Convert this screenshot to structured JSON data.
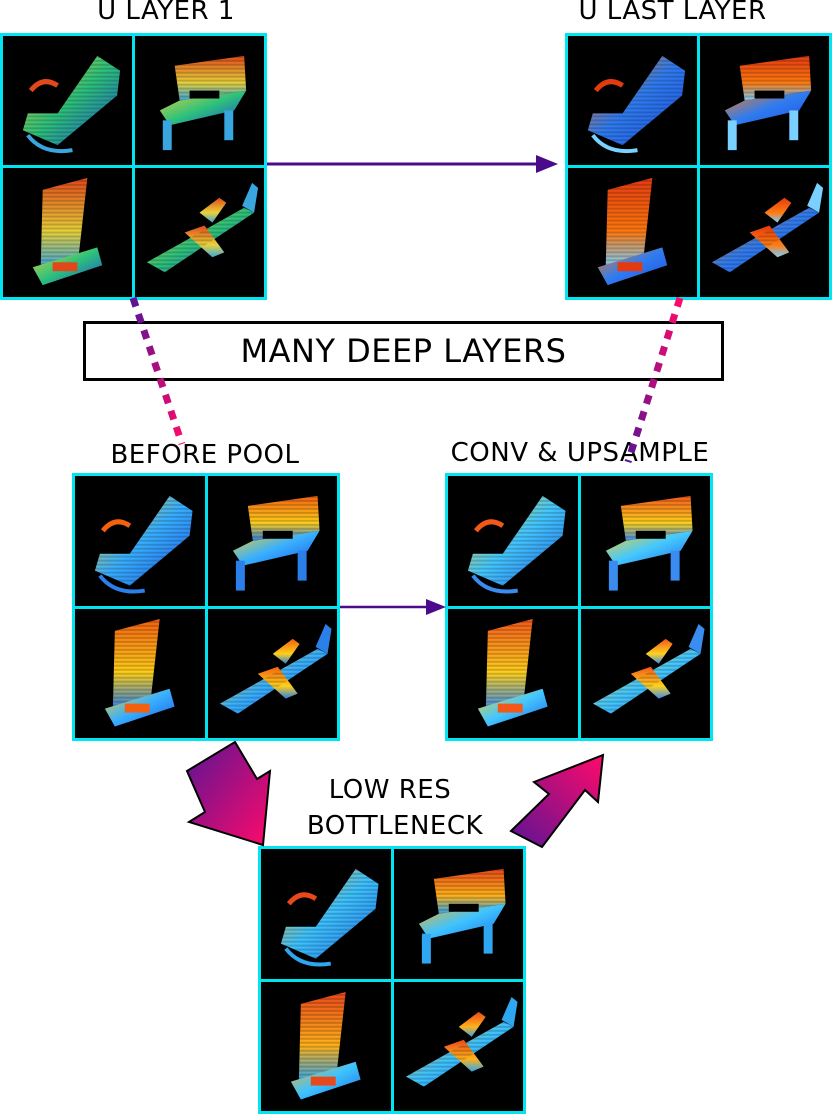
{
  "labels": {
    "u_layer_1": "U LAYER 1",
    "u_last_layer": "U LAST LAYER",
    "many_deep_layers": "MANY DEEP LAYERS",
    "before_pool": "BEFORE POOL",
    "conv_upsample": "CONV & UPSAMPLE",
    "low_res_line1": "LOW RES",
    "low_res_line2": "BOTTLENECK"
  },
  "objects": [
    "lounge-chair",
    "chair",
    "sailboat",
    "airplane"
  ],
  "colors": {
    "grid_border": "#00e5f0",
    "cell_background": "#000000",
    "arrow": "#4b0a8a",
    "dotted_connector": "#c0157a",
    "gradient_start": "#5a1494",
    "gradient_end": "#ff0a6a"
  }
}
